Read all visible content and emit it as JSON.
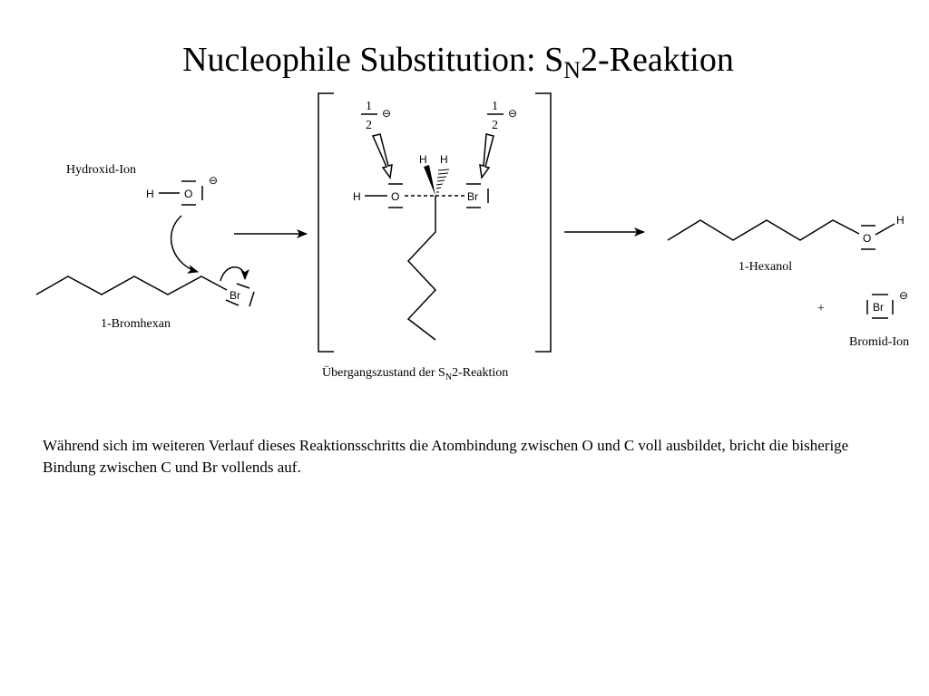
{
  "title": {
    "main": "Nucleophile Substitution: S",
    "sub": "N",
    "rest": "2-Reaktion"
  },
  "reactant": {
    "hydroxide_label": "Hydroxid-Ion",
    "bromohexane_label": "1-Bromhexan"
  },
  "atoms": {
    "H": "H",
    "O": "O",
    "Br": "Br",
    "minus": "⊖"
  },
  "transition_state": {
    "fraction_num": "1",
    "fraction_den": "2",
    "label_main": "Übergangszustand der S",
    "label_sub": "N",
    "label_rest": "2-Reaktion"
  },
  "products": {
    "hexanol_label": "1-Hexanol",
    "plus": "+",
    "bromide_label": "Bromid-Ion"
  },
  "paragraph": "Während sich im weiteren Verlauf dieses Reaktionsschritts die Atombindung zwischen O und C voll ausbildet, bricht die bisherige Bindung zwischen C und Br vollends auf."
}
